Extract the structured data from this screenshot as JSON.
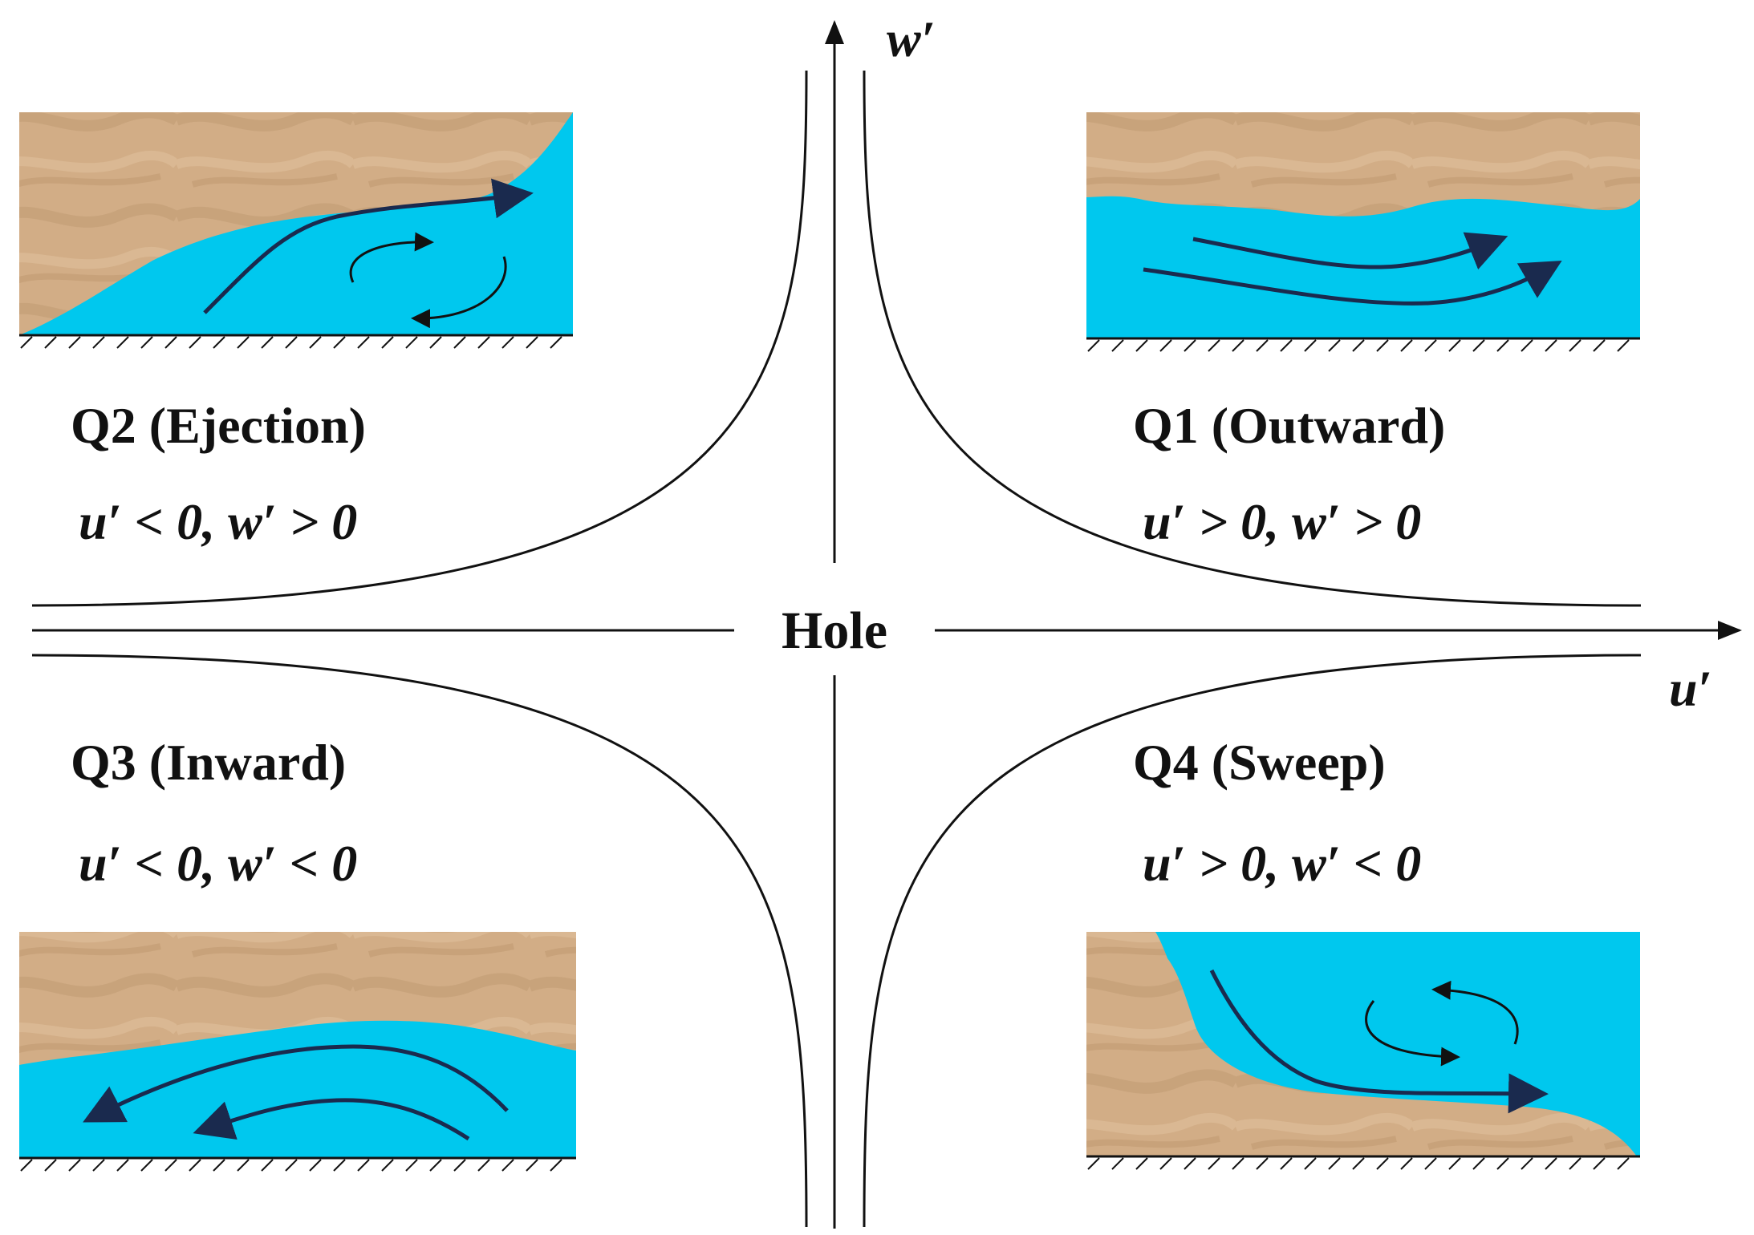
{
  "axes": {
    "horizontal_label": "u′",
    "vertical_label": "w′",
    "center_label": "Hole"
  },
  "quadrants": {
    "q1": {
      "title": "Q1 (Outward)",
      "condition": "u′ > 0, w′ > 0"
    },
    "q2": {
      "title": "Q2 (Ejection)",
      "condition": "u′ < 0, w′ > 0"
    },
    "q3": {
      "title": "Q3 (Inward)",
      "condition": "u′ < 0, w′ < 0"
    },
    "q4": {
      "title": "Q4 (Sweep)",
      "condition": "u′ > 0, w′ < 0"
    }
  },
  "colors": {
    "sand": "#d2ad86",
    "sand_shade": "#b88e64",
    "water": "#00c8ee",
    "flow_arrow": "#1a2a4e",
    "line": "#111111"
  }
}
